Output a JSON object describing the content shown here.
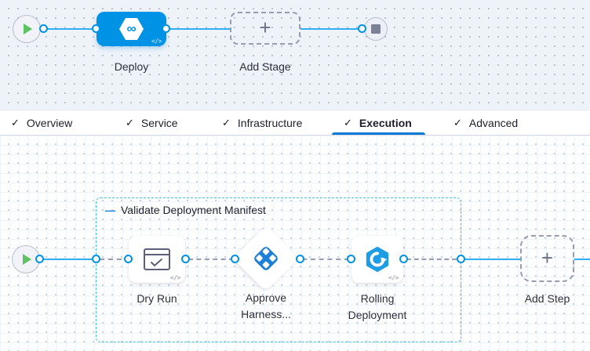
{
  "stage_panel": {
    "deploy": {
      "label": "Deploy",
      "icon_glyph": "∞",
      "code_icon": "</>"
    },
    "add_stage": {
      "label": "Add Stage",
      "plus": "+"
    }
  },
  "tabs": {
    "items": [
      {
        "label": "Overview",
        "check": "✓",
        "active": false
      },
      {
        "label": "Service",
        "check": "✓",
        "active": false
      },
      {
        "label": "Infrastructure",
        "check": "✓",
        "active": false
      },
      {
        "label": "Execution",
        "check": "✓",
        "active": true
      },
      {
        "label": "Advanced",
        "check": "✓",
        "active": false
      }
    ]
  },
  "execution_panel": {
    "step_group": {
      "label": "Validate Deployment Manifest",
      "collapse_icon": "—"
    },
    "steps": [
      {
        "label": "Dry Run",
        "code_icon": "</>"
      },
      {
        "label": "Approve Harness..."
      },
      {
        "label": "Rolling Deployment",
        "code_icon": "</>"
      }
    ],
    "add_step": {
      "label": "Add Step",
      "plus": "+"
    }
  },
  "colors": {
    "node_blue": "#0092e4",
    "line_blue": "#30b0f3",
    "group_border_teal": "#41c4dd",
    "active_tab_underline": "#0278d5",
    "play_green": "#5ec263"
  }
}
